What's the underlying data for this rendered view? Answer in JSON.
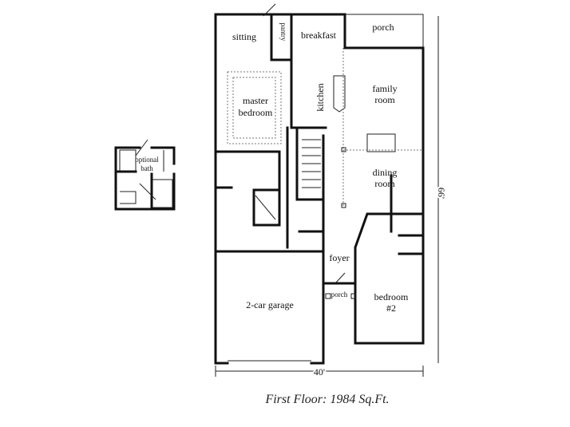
{
  "plan": {
    "rooms": {
      "sitting": "sitting",
      "pantry": "pantry",
      "breakfast": "breakfast",
      "porch_rear": "porch",
      "kitchen": "kitchen",
      "master_bedroom_1": "master",
      "master_bedroom_2": "bedroom",
      "family_room_1": "family",
      "family_room_2": "room",
      "dining_room_1": "dining",
      "dining_room_2": "room",
      "foyer": "foyer",
      "porch_front": "porch",
      "garage": "2-car garage",
      "bedroom2_1": "bedroom",
      "bedroom2_2": "#2",
      "optional_bath_1": "optional",
      "optional_bath_2": "bath"
    },
    "dimensions": {
      "depth": "66'",
      "width": "40'"
    },
    "caption": "First Floor:  1984 Sq.Ft."
  }
}
